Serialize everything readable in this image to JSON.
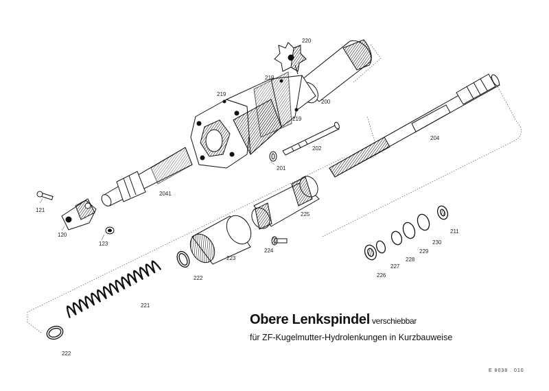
{
  "title": {
    "main": "Obere Lenkspindel",
    "suffix": "verschiebbar",
    "line2": "für ZF-Kugelmutter-Hydrolenkungen in Kurzbauweise"
  },
  "doc_number": "E  8038 . 010",
  "parts": [
    {
      "id": "220",
      "label": "220"
    },
    {
      "id": "219a",
      "label": "219"
    },
    {
      "id": "219b",
      "label": "219"
    },
    {
      "id": "219c",
      "label": "219"
    },
    {
      "id": "200",
      "label": "200"
    },
    {
      "id": "202",
      "label": "202"
    },
    {
      "id": "201",
      "label": "201"
    },
    {
      "id": "204",
      "label": "204"
    },
    {
      "id": "2041",
      "label": "2041"
    },
    {
      "id": "121",
      "label": "121"
    },
    {
      "id": "120",
      "label": "120"
    },
    {
      "id": "123",
      "label": "123"
    },
    {
      "id": "225",
      "label": "225"
    },
    {
      "id": "224",
      "label": "224"
    },
    {
      "id": "223",
      "label": "223"
    },
    {
      "id": "222a",
      "label": "222"
    },
    {
      "id": "221",
      "label": "221"
    },
    {
      "id": "222b",
      "label": "222"
    },
    {
      "id": "226",
      "label": "226"
    },
    {
      "id": "227",
      "label": "227"
    },
    {
      "id": "228",
      "label": "228"
    },
    {
      "id": "229",
      "label": "229"
    },
    {
      "id": "230",
      "label": "230"
    },
    {
      "id": "211",
      "label": "211"
    }
  ]
}
